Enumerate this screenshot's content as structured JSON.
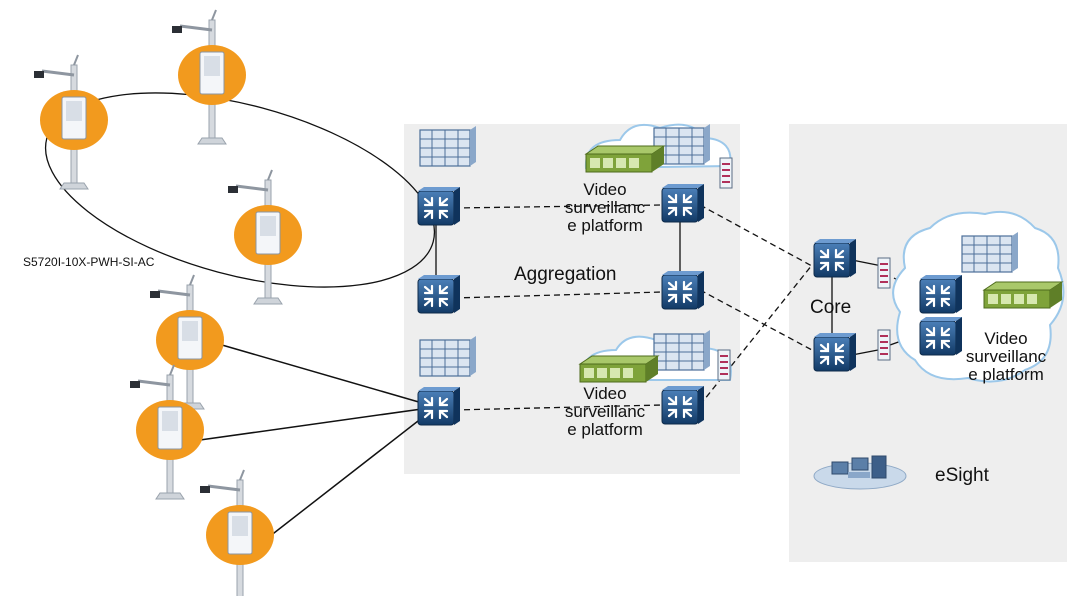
{
  "labels": {
    "device_model": "S5720I-10X-PWH-SI-AC",
    "aggregation": "Aggregation",
    "core": "Core",
    "video_top": [
      "Video",
      "surveillanc",
      "e platform"
    ],
    "video_bottom": [
      "Video",
      "surveillanc",
      "e platform"
    ],
    "video_core": [
      "Video",
      "surveillanc",
      "e platform"
    ],
    "esight": "eSight"
  },
  "colors": {
    "panel": "#eeeeee",
    "switch": "#1f4f86",
    "camera_disc": "#f29a1e",
    "cloud_stroke": "#9cc8ea",
    "storage": "#7fa33a",
    "firewall": "#a06080"
  },
  "icons": [
    "camera-pole-icon",
    "switch-icon",
    "video-wall-icon",
    "storage-array-icon",
    "firewall-icon",
    "cloud-icon",
    "esight-icon"
  ]
}
